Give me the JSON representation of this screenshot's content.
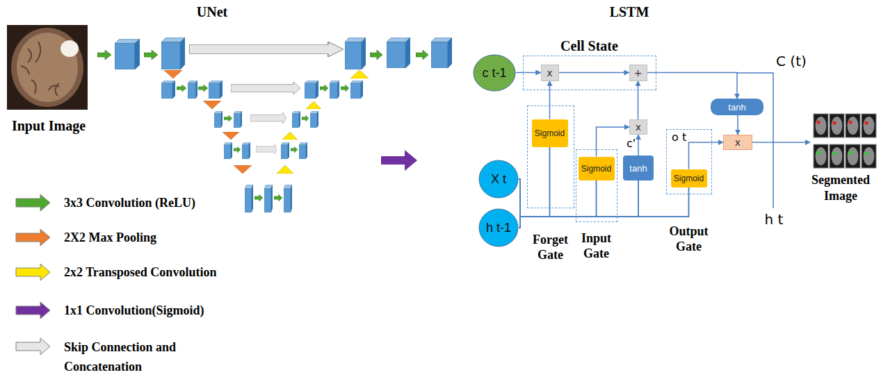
{
  "diagram": {
    "nodes": [
      {
        "text": [
          "c t-1"
        ]
      },
      {
        "text": [
          "X t"
        ]
      },
      {
        "text": [
          "h t-1"
        ]
      },
      {
        "text": [
          "Cell State"
        ]
      },
      {
        "text": [
          "x"
        ],
        "in": 3
      },
      {
        "text": [
          "+"
        ],
        "in": 3
      },
      {
        "text": [
          "Forget Gate"
        ]
      },
      {
        "text": [
          "Sigmoid"
        ],
        "in": 6
      },
      {
        "text": [
          "Input Gate"
        ]
      },
      {
        "text": [
          "Sigmoid"
        ],
        "in": 8
      },
      {
        "text": [
          "tanh"
        ]
      },
      {
        "text": [
          "x"
        ]
      },
      {
        "text": [
          "Output Gate"
        ]
      },
      {
        "text": [
          "Sigmoid"
        ],
        "in": 12
      },
      {
        "text": [
          "tanh"
        ]
      },
      {
        "text": [
          "x"
        ]
      }
    ],
    "edges": [
      {
        "from": 0,
        "to": 4,
        "arrow": "to"
      },
      {
        "from": 4,
        "to": 5,
        "arrow": "to"
      },
      {
        "from": 7,
        "to": 4,
        "arrow": "to"
      },
      {
        "from": 9,
        "to": 11,
        "arrow": "to"
      },
      {
        "from": 10,
        "to": 11,
        "arrow": "to"
      },
      {
        "from": 11,
        "to": 5,
        "arrow": "to"
      },
      {
        "from": 5,
        "to": 14,
        "arrow": "to"
      },
      {
        "from": 14,
        "to": 15,
        "arrow": "to"
      },
      {
        "from": 13,
        "to": 15,
        "arrow": "to"
      },
      {
        "from": 1,
        "to": 7,
        "arrow": "none"
      },
      {
        "from": 1,
        "to": 9,
        "arrow": "none"
      },
      {
        "from": 1,
        "to": 10,
        "arrow": "none"
      },
      {
        "from": 1,
        "to": 13,
        "arrow": "none"
      },
      {
        "from": 2,
        "to": 7,
        "arrow": "none"
      },
      {
        "from": 2,
        "to": 9,
        "arrow": "none"
      },
      {
        "from": 2,
        "to": 10,
        "arrow": "none"
      },
      {
        "from": 2,
        "to": 13,
        "arrow": "none"
      }
    ],
    "labels": [
      "UNet",
      "Input Image",
      "LSTM",
      "C (t)",
      "c'",
      "o t",
      "h t",
      "Segmented Image"
    ],
    "legend": [
      {
        "text": "3x3 Convolution (ReLU)",
        "color": "#4ea72e"
      },
      {
        "text": "2X2 Max Pooling",
        "color": "#ed7d31"
      },
      {
        "text": "2x2 Transposed Convolution",
        "color": "#ffe600"
      },
      {
        "text": "1x1 Convolution(Sigmoid)",
        "color": "#7030a0"
      },
      {
        "text": "Skip Connection and Concatenation",
        "color": "#e7e6e6"
      }
    ]
  }
}
